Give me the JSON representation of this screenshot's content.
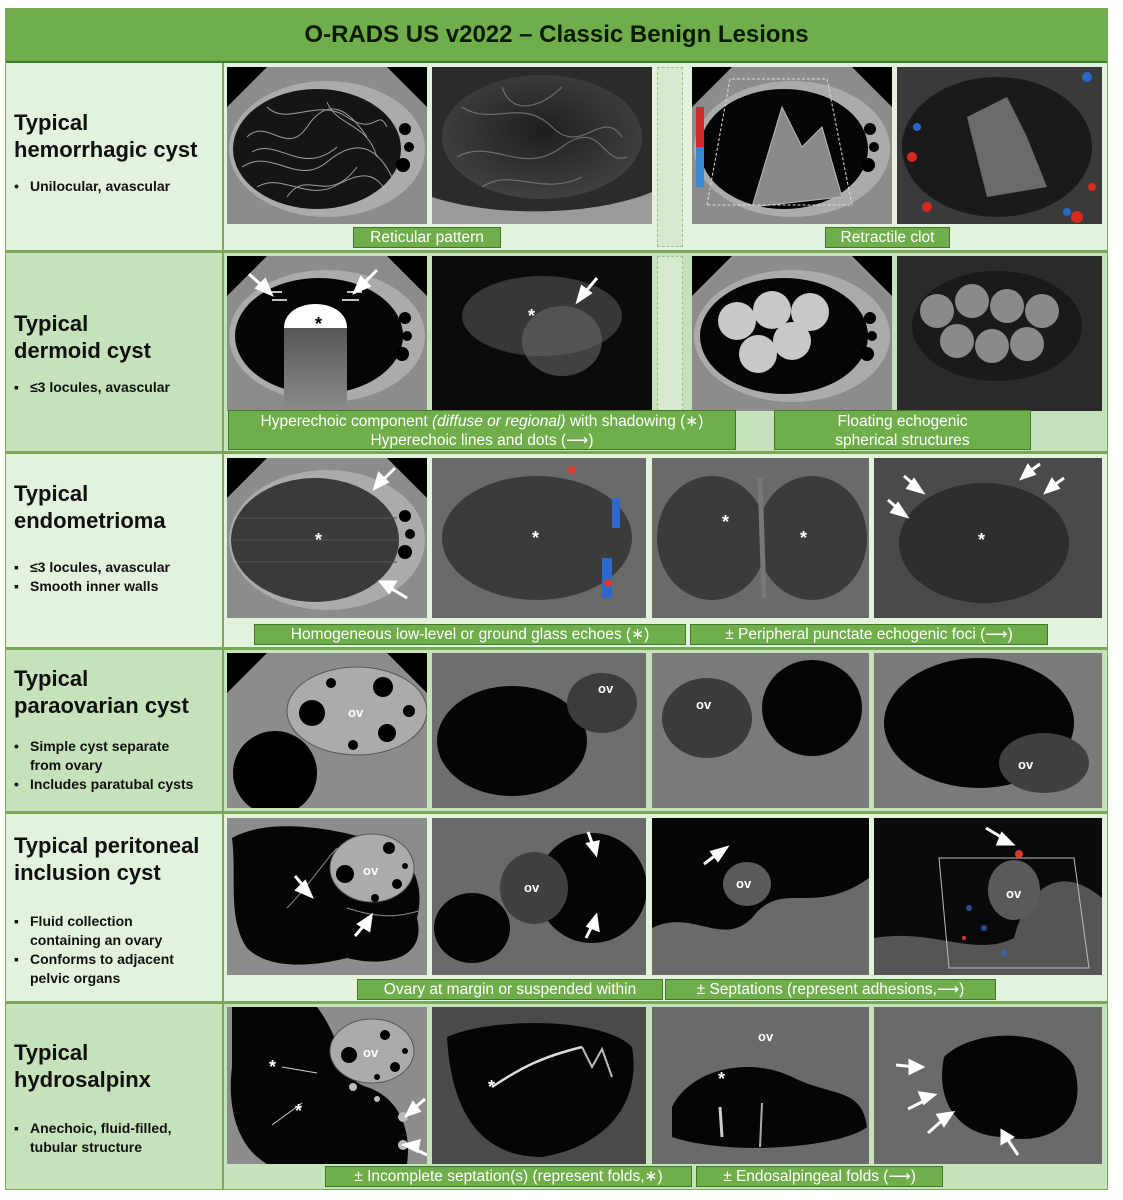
{
  "title": "O-RADS US v2022 – Classic Benign Lesions",
  "rows": [
    {
      "title": "Typical\nhemorrhagic cyst",
      "bullets": [
        {
          "mark": "•",
          "text": "Unilocular, avascular"
        }
      ],
      "captions": [
        "Reticular pattern",
        "Retractile clot"
      ]
    },
    {
      "title": "Typical\ndermoid cyst",
      "bullets": [
        {
          "mark": "▪",
          "text": "≤3 locules, avascular"
        }
      ],
      "captions": [
        "Hyperechoic component",
        "(diffuse or regional)",
        "with shadowing (∗)",
        "Hyperechoic lines and dots (",
        ")",
        "Floating echogenic",
        "spherical structures"
      ]
    },
    {
      "title": "Typical\nendometrioma",
      "bullets": [
        {
          "mark": "▪",
          "text": "≤3 locules, avascular"
        },
        {
          "mark": "▪",
          "text": "Smooth inner walls"
        }
      ],
      "captions": [
        "Homogeneous low-level or ground glass echoes (∗)",
        "± Peripheral punctate echogenic foci (",
        ")"
      ]
    },
    {
      "title": "Typical\nparaovarian cyst",
      "bullets": [
        {
          "mark": "•",
          "text": "Simple cyst separate\nfrom ovary"
        },
        {
          "mark": "•",
          "text": "Includes paratubal cysts"
        }
      ],
      "captions": []
    },
    {
      "title": "Typical peritoneal\ninclusion cyst",
      "bullets": [
        {
          "mark": "▪",
          "text": "Fluid collection\ncontaining an ovary"
        },
        {
          "mark": "▪",
          "text": "Conforms to adjacent\npelvic organs"
        }
      ],
      "captions": [
        "Ovary at margin or suspended within",
        "± Septations (represent adhesions,",
        ")"
      ]
    },
    {
      "title": "Typical\nhydrosalpinx",
      "bullets": [
        {
          "mark": "▪",
          "text": "Anechoic, fluid-filled,\ntubular structure"
        }
      ],
      "captions": [
        "± Incomplete septation(s) (represent folds,",
        "∗",
        ")",
        "± Endosalpingeal folds (",
        ")"
      ]
    }
  ],
  "labels": {
    "asterisk": "*",
    "ov": "ov"
  },
  "colors": {
    "header_bg": "#6fae4a",
    "caption_bg": "#6fae4a",
    "left_bg": "#dcefd5",
    "alt_bg": "#c4e2b8"
  }
}
